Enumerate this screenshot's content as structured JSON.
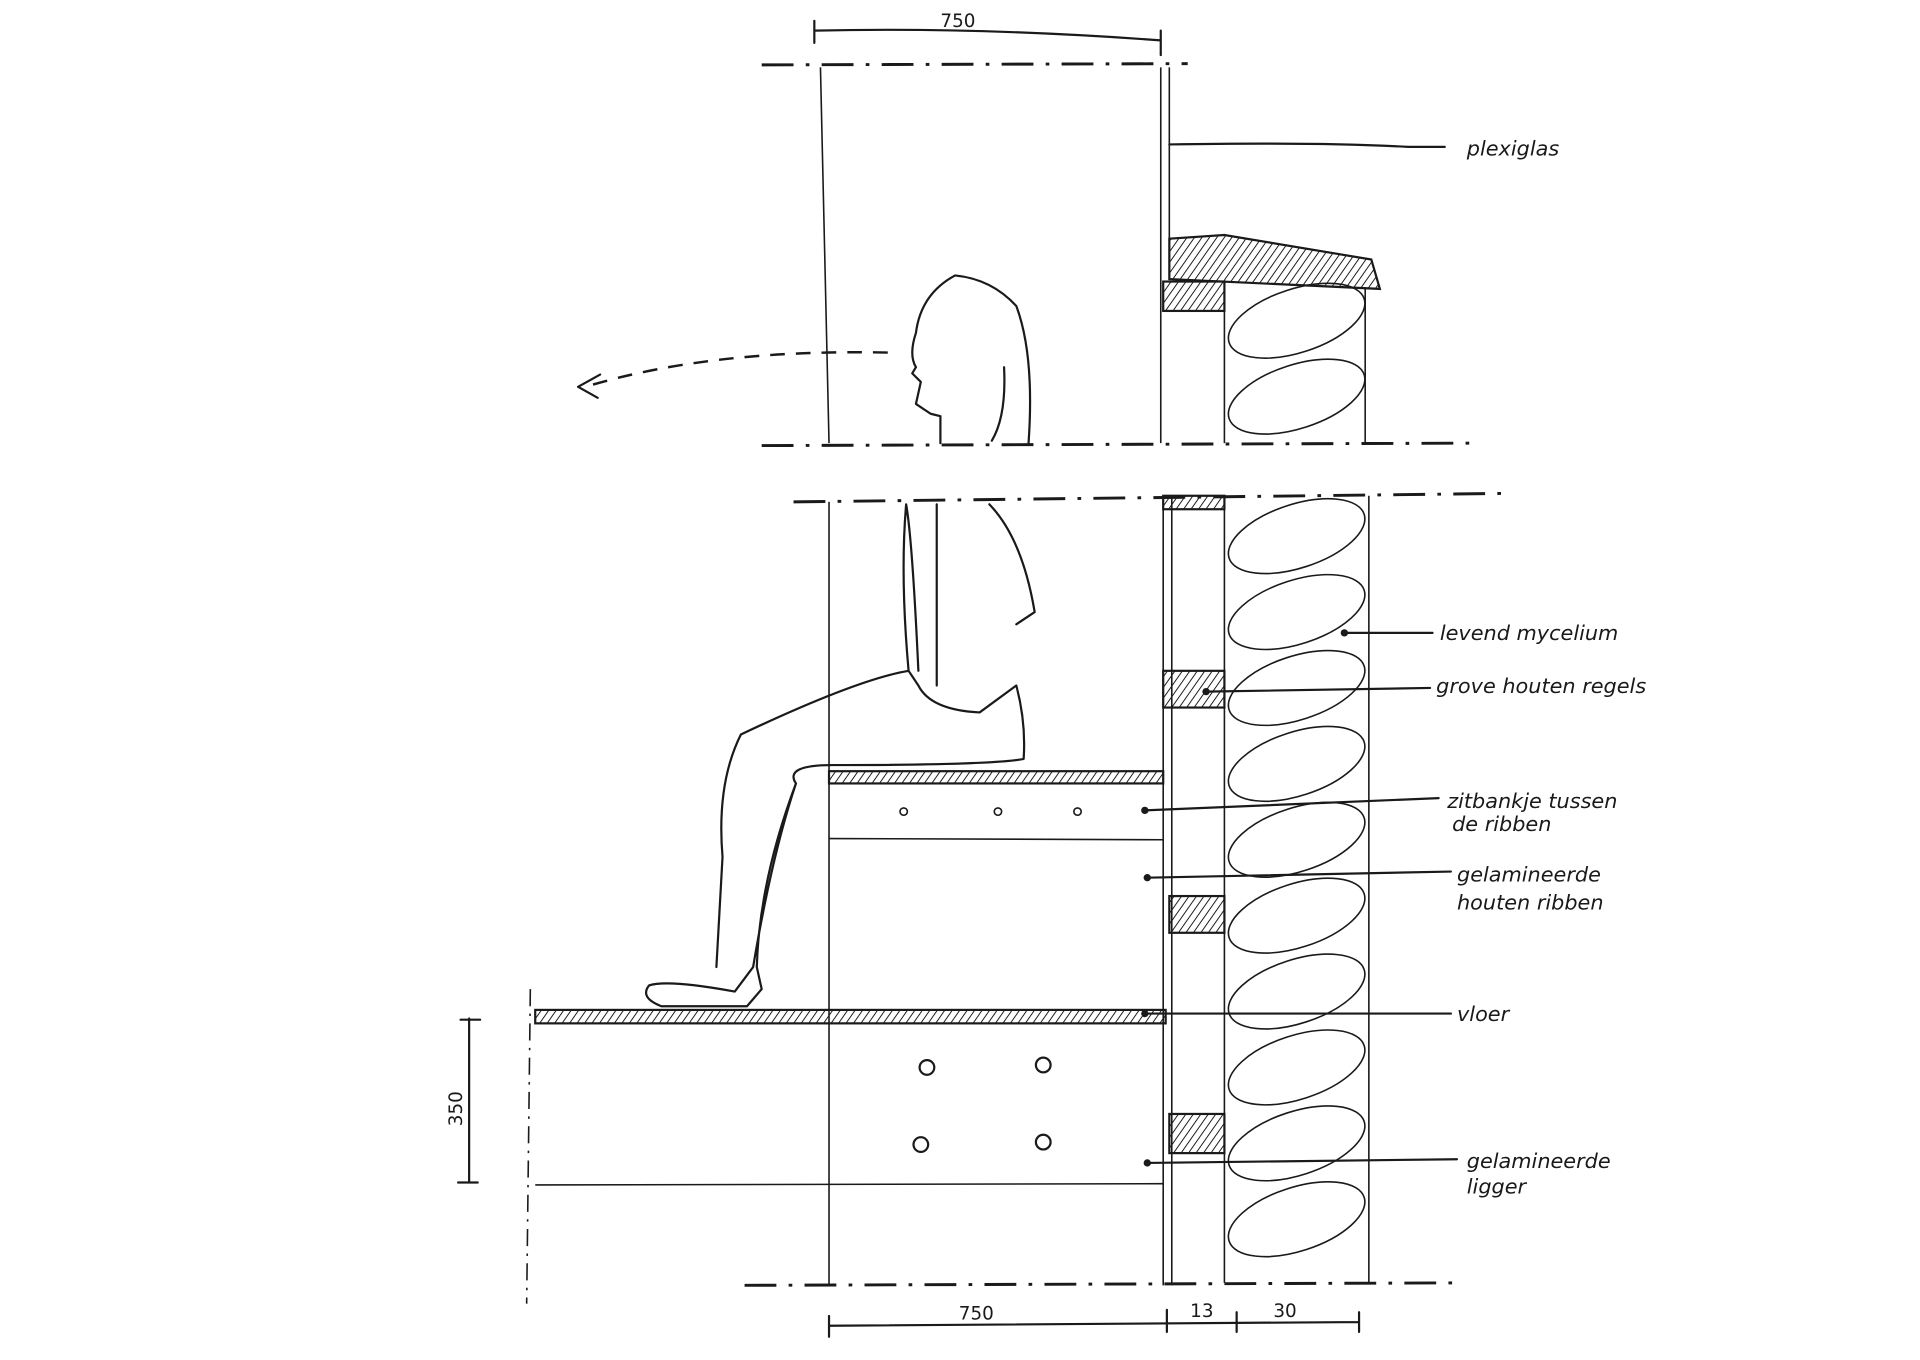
{
  "drawing": {
    "dimensions": {
      "top_width": "750",
      "beam_height": "350",
      "bottom_width": "750",
      "plexiglas_thickness": "13",
      "mycelium_thickness": "30"
    },
    "labels": {
      "plexiglas": "plexiglas",
      "mycelium": "levend mycelium",
      "battens": "grove houten regels",
      "bench_line1": "zitbankje tussen",
      "bench_line2": "de ribben",
      "ribs_line1": "gelamineerde",
      "ribs_line2": "houten ribben",
      "floor": "vloer",
      "beam_line1": "gelamineerde",
      "beam_line2": "ligger"
    }
  }
}
